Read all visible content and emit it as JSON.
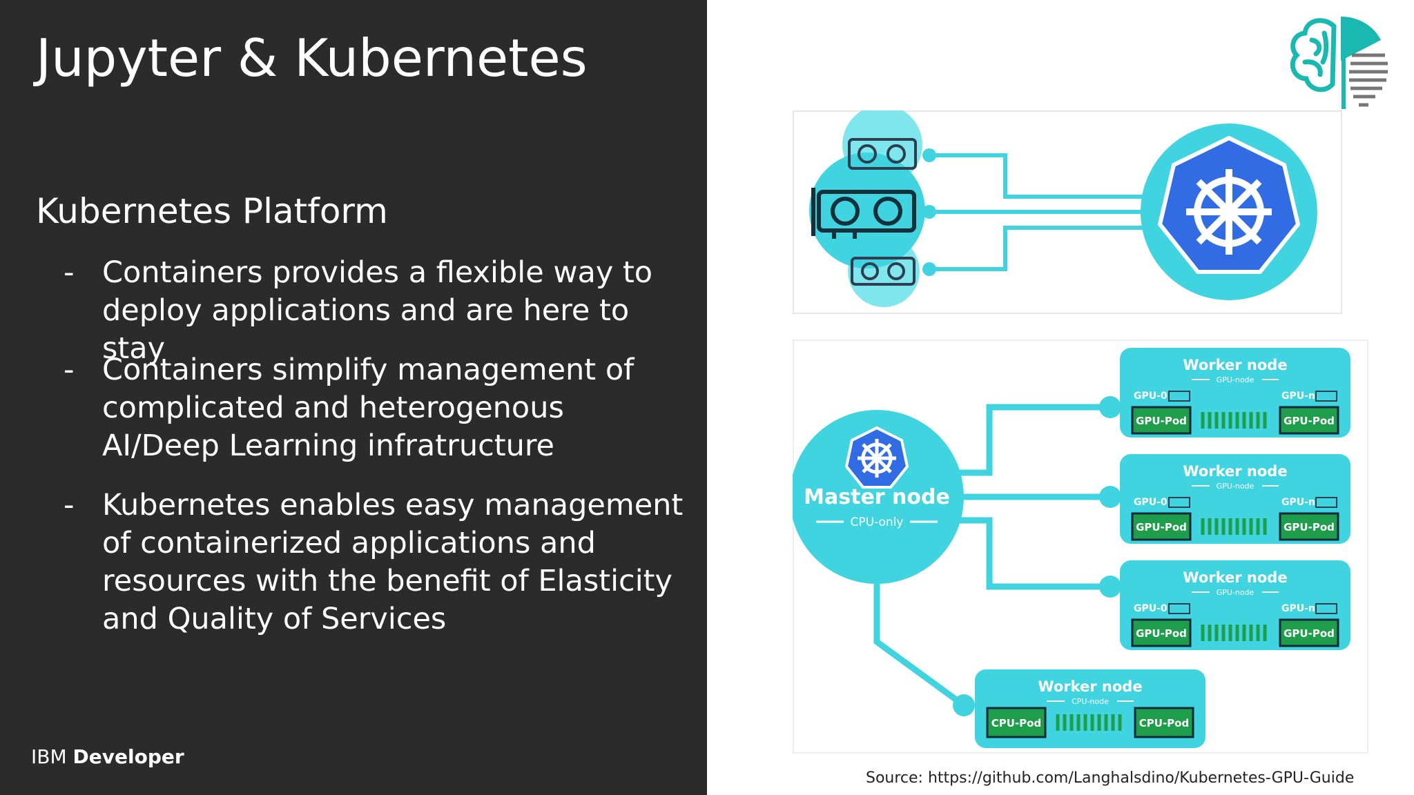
{
  "slide": {
    "title": "Jupyter & Kubernetes",
    "subtitle": "Kubernetes Platform",
    "bullets": [
      {
        "dash": "-",
        "text": "Containers provides a flexible way to deploy applications and are here to stay"
      },
      {
        "dash": "-",
        "text": "Containers simplify management of complicated and heterogenous AI/Deep Learning infratructure"
      },
      {
        "dash": "-",
        "text": "Kubernetes enables easy management of containerized applications and resources with the benefit of Elasticity and Quality of Services"
      }
    ],
    "brand_plain": "IBM",
    "brand_bold": "Developer",
    "source": "Source: https://github.com/Langhalsdino/Kubernetes-GPU-Guide"
  },
  "diagram": {
    "master": {
      "title": "Master node",
      "subtitle": "CPU-only"
    },
    "gpu_workers": [
      {
        "title": "Worker node",
        "subtitle": "GPU-node",
        "gpu_left": "GPU-0",
        "gpu_right": "GPU-n",
        "pod_left": "GPU-Pod",
        "pod_right": "GPU-Pod"
      },
      {
        "title": "Worker node",
        "subtitle": "GPU-node",
        "gpu_left": "GPU-0",
        "gpu_right": "GPU-n",
        "pod_left": "GPU-Pod",
        "pod_right": "GPU-Pod"
      },
      {
        "title": "Worker node",
        "subtitle": "GPU-node",
        "gpu_left": "GPU-0",
        "gpu_right": "GPU-n",
        "pod_left": "GPU-Pod",
        "pod_right": "GPU-Pod"
      }
    ],
    "cpu_worker": {
      "title": "Worker node",
      "subtitle": "CPU-node",
      "pod_left": "CPU-Pod",
      "pod_right": "CPU-Pod"
    }
  },
  "colors": {
    "panel": "#2b2b2b",
    "cyan": "#3fd4e0",
    "cyan_light": "#80e6ee",
    "k8s_blue": "#326ce5",
    "pod_green": "#1e9e4a",
    "logo_teal": "#19b8b0"
  },
  "icons": [
    "brain-logo-icon",
    "gpu-card-icon",
    "kubernetes-wheel-icon"
  ]
}
